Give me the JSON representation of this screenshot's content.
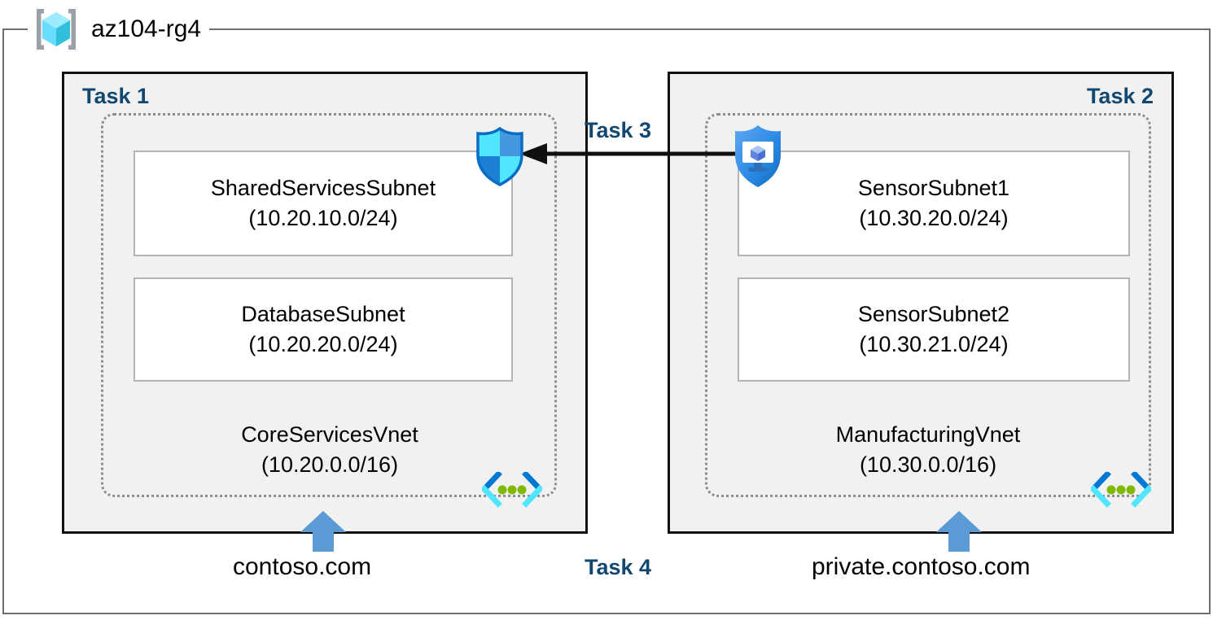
{
  "resource_group": {
    "name": "az104-rg4",
    "icon": "resource-group-icon"
  },
  "colors": {
    "task_label": "#12476f",
    "panel_fill": "#f1f1f1",
    "panel_border": "#101010",
    "vnet_border": "#8d8d8d",
    "subnet_border": "#b4b4b4",
    "dns_arrow": "#5B9BD5",
    "azure_blue": "#0078D4",
    "azure_cyan": "#50E6FF",
    "vnet_dot_green": "#7FBA00",
    "peering_arrow": "#101010"
  },
  "tasks": {
    "task1": "Task 1",
    "task2": "Task 2",
    "task3": "Task 3",
    "task4": "Task 4"
  },
  "vnets": [
    {
      "id": "core",
      "name": "CoreServicesVnet",
      "address_space": "(10.20.0.0/16)",
      "icon": "virtual-network-icon",
      "subnets": [
        {
          "name": "SharedServicesSubnet",
          "address_space": "(10.20.10.0/24)"
        },
        {
          "name": "DatabaseSubnet",
          "address_space": "(10.20.20.0/24)"
        }
      ]
    },
    {
      "id": "manufacturing",
      "name": "ManufacturingVnet",
      "address_space": "(10.30.0.0/16)",
      "icon": "virtual-network-icon",
      "subnets": [
        {
          "name": "SensorSubnet1",
          "address_space": "(10.30.20.0/24)"
        },
        {
          "name": "SensorSubnet2",
          "address_space": "(10.30.21.0/24)"
        }
      ]
    }
  ],
  "icons": {
    "nsg": "network-security-group-shield-icon",
    "bastion": "bastion-shield-monitor-icon",
    "vnet": "virtual-network-icon",
    "resource_group": "resource-group-cube-icon",
    "peering_arrow": "left-arrow-icon",
    "dns_arrow": "up-arrow-icon"
  },
  "dns_zones": [
    {
      "name": "contoso.com"
    },
    {
      "name": "private.contoso.com"
    }
  ]
}
